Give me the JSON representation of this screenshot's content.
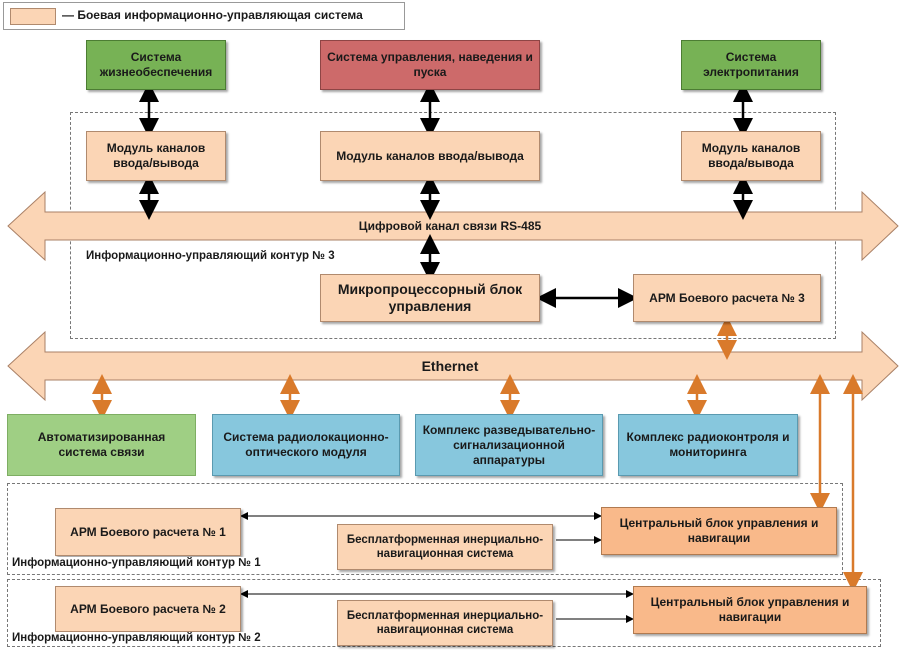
{
  "legend": {
    "text": "— Боевая информационно-управляющая система"
  },
  "colors": {
    "peach": "#fbd5b5",
    "orange": "#f9b98a",
    "green": "#77b255",
    "red": "#cd6a6a",
    "blue": "#87c7dd",
    "arrow_orange": "#d97a2b"
  },
  "top_systems": {
    "life_support": "Система жизнеобеспечения",
    "guidance": "Система управления, наведения и пуска",
    "power": "Система электропитания"
  },
  "modules": {
    "io_left": "Модуль каналов ввода/вывода",
    "io_center": "Модуль каналов ввода/вывода",
    "io_right": "Модуль каналов ввода/вывода"
  },
  "buses": {
    "rs485": "Цифровой канал связи RS-485",
    "ethernet": "Ethernet"
  },
  "contour3": {
    "label": "Информационно-управляющий контур № 3",
    "mcu": "Микропроцессорный блок управления",
    "arm": "АРМ Боевого расчета № 3"
  },
  "subsystems": {
    "comms": "Автоматизированная система связи",
    "radar": "Система радиолокационно-оптического модуля",
    "recon": "Комплекс разведывательно-сигнализационной аппаратуры",
    "radio": "Комплекс радиоконтроля и мониторинга"
  },
  "contour1": {
    "label": "Информационно-управляющий контур № 1",
    "arm": "АРМ Боевого расчета № 1",
    "ins": "Бесплатформенная инерциально-навигационная система",
    "central": "Центральный блок управления и навигации"
  },
  "contour2": {
    "label": "Информационно-управляющий контур № 2",
    "arm": "АРМ Боевого расчета № 2",
    "ins": "Бесплатформенная инерциально-навигационная система",
    "central": "Центральный блок управления и навигации"
  }
}
